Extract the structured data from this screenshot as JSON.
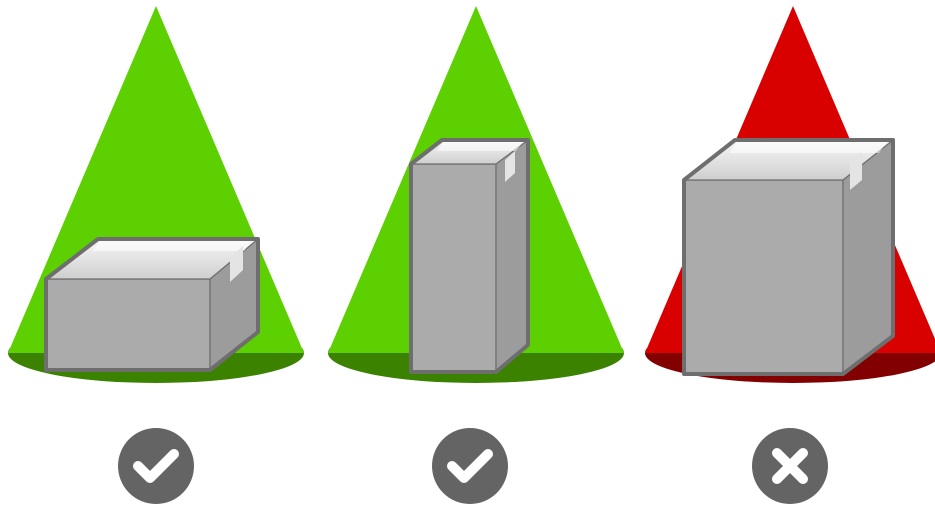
{
  "panels": [
    {
      "box_shape": "flat-wide",
      "fits": true,
      "cone_color": "#5cd000",
      "base_color": "#3a8200",
      "status_icon": "check-icon"
    },
    {
      "box_shape": "tall-narrow",
      "fits": true,
      "cone_color": "#5cd000",
      "base_color": "#3a8200",
      "status_icon": "check-icon"
    },
    {
      "box_shape": "large-cube",
      "fits": false,
      "cone_color": "#d90000",
      "base_color": "#820000",
      "status_icon": "cross-icon"
    }
  ],
  "colors": {
    "box_front": "#ababab",
    "box_side": "#9c9c9c",
    "box_top": "#e4e4e4",
    "box_outline": "#6e6e6e",
    "badge": "#646464",
    "badge_mark": "#ffffff"
  }
}
